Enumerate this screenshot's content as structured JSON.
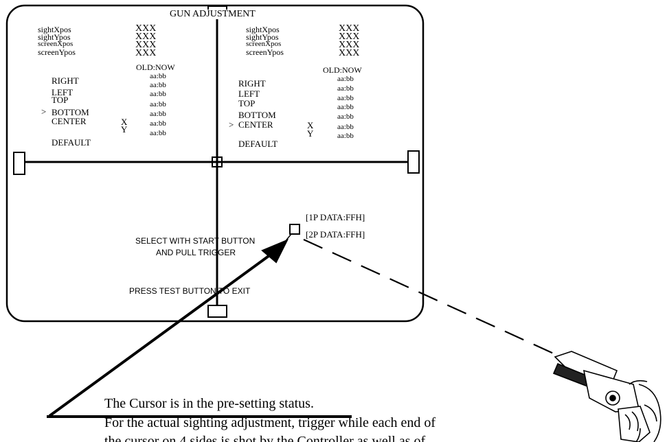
{
  "title": "GUN ADJUSTMENT",
  "left_panel": {
    "params": [
      {
        "label": "sightXpos",
        "value": "XXX"
      },
      {
        "label": "sightYpos",
        "value": "XXX"
      },
      {
        "label": "screenXpos",
        "value": "XXX"
      },
      {
        "label": "screenYpos",
        "value": "XXX"
      }
    ],
    "old_now_header": "OLD:NOW",
    "menu": [
      "RIGHT",
      "LEFT",
      "TOP",
      "BOTTOM",
      "CENTER",
      "DEFAULT"
    ],
    "cursor_on": "BOTTOM",
    "center_axes": [
      "X",
      "Y"
    ],
    "values": [
      "aa:bb",
      "aa:bb",
      "aa:bb",
      "aa:bb",
      "aa:bb",
      "aa:bb",
      "aa:bb"
    ]
  },
  "right_panel": {
    "params": [
      {
        "label": "sightXpos",
        "value": "XXX"
      },
      {
        "label": "sightYpos",
        "value": "XXX"
      },
      {
        "label": "screenXpos",
        "value": "XXX"
      },
      {
        "label": "screenYpos",
        "value": "XXX"
      }
    ],
    "old_now_header": "OLD:NOW",
    "menu": [
      "RIGHT",
      "LEFT",
      "TOP",
      "BOTTOM",
      "CENTER",
      "DEFAULT"
    ],
    "cursor_on": "CENTER",
    "center_axes": [
      "X",
      "Y"
    ],
    "values": [
      "aa:bb",
      "aa:bb",
      "aa:bb",
      "aa:bb",
      "aa:bb",
      "aa:bb",
      "aa:bb"
    ]
  },
  "cursor_glyph": ">",
  "player_data": [
    "[1P  DATA:FFH]",
    "[2P  DATA:FFH]"
  ],
  "instructions": {
    "select_line1": "SELECT WITH START BUTTON",
    "select_line2": "AND PULL TRIGGER",
    "exit": "PRESS TEST BUTTON TO EXIT"
  },
  "caption": {
    "line1": "The Cursor is in the pre-setting status.",
    "line2": "For the actual sighting adjustment, trigger while each end of",
    "line3": "the cursor on 4 sides is shot by the Controller as well as of"
  },
  "icons": [
    "pointer-arrow-icon",
    "light-gun-icon"
  ]
}
